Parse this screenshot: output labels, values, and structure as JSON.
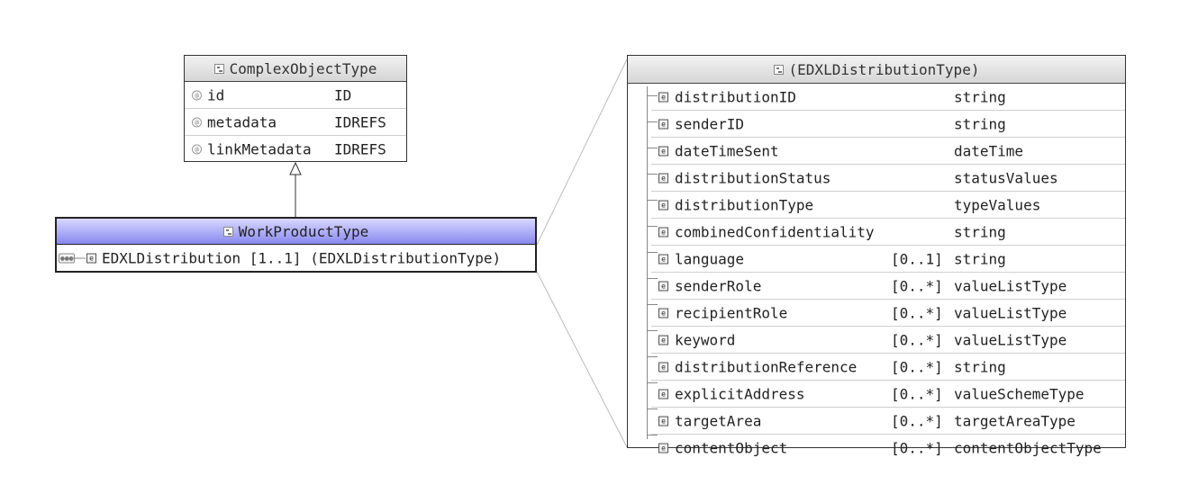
{
  "complex_object": {
    "title": "ComplexObjectType",
    "attributes": [
      {
        "name": "id",
        "type": "ID"
      },
      {
        "name": "metadata",
        "type": "IDREFS"
      },
      {
        "name": "linkMetadata",
        "type": "IDREFS"
      }
    ]
  },
  "work_product": {
    "title": "WorkProductType",
    "element": "EDXLDistribution [1..1] (EDXLDistributionType)"
  },
  "distribution": {
    "title": "(EDXLDistributionType)",
    "rows": [
      {
        "name": "distributionID",
        "mult": "",
        "type": "string"
      },
      {
        "name": "senderID",
        "mult": "",
        "type": "string"
      },
      {
        "name": "dateTimeSent",
        "mult": "",
        "type": "dateTime"
      },
      {
        "name": "distributionStatus",
        "mult": "",
        "type": "statusValues"
      },
      {
        "name": "distributionType",
        "mult": "",
        "type": "typeValues"
      },
      {
        "name": "combinedConfidentiality",
        "mult": "",
        "type": "string"
      },
      {
        "name": "language",
        "mult": "[0..1]",
        "type": "string"
      },
      {
        "name": "senderRole",
        "mult": "[0..*]",
        "type": "valueListType"
      },
      {
        "name": "recipientRole",
        "mult": "[0..*]",
        "type": "valueListType"
      },
      {
        "name": "keyword",
        "mult": "[0..*]",
        "type": "valueListType"
      },
      {
        "name": "distributionReference",
        "mult": "[0..*]",
        "type": "string"
      },
      {
        "name": "explicitAddress",
        "mult": "[0..*]",
        "type": "valueSchemeType"
      },
      {
        "name": "targetArea",
        "mult": "[0..*]",
        "type": "targetAreaType"
      },
      {
        "name": "contentObject",
        "mult": "[0..*]",
        "type": "contentObjectType"
      }
    ]
  },
  "icons": {
    "type_icon": "type-icon",
    "attribute_icon": "attribute-icon",
    "element_icon": "element-icon",
    "sequence_icon": "sequence-icon"
  },
  "colors": {
    "header_gradient_top": "#d8d8ff",
    "header_gradient_bottom": "#8888f0"
  }
}
